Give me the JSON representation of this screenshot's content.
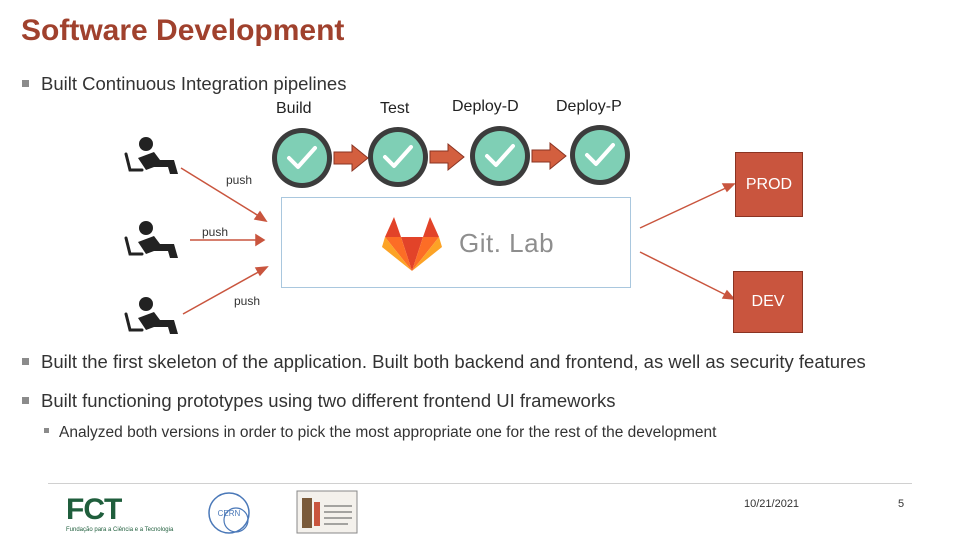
{
  "slide": {
    "title": "Software Development",
    "bullets": [
      "Built Continuous Integration pipelines",
      "Built the first skeleton of the application. Built both backend and frontend, as well as security features",
      "Built functioning prototypes using two different frontend UI frameworks"
    ],
    "sub_bullet": "Analyzed both versions in order to pick the most appropriate one for the rest of the development"
  },
  "pipeline": {
    "stages": [
      {
        "label": "Build",
        "status": "success"
      },
      {
        "label": "Test",
        "status": "success"
      },
      {
        "label": "Deploy-D",
        "status": "success"
      },
      {
        "label": "Deploy-P",
        "status": "success"
      }
    ],
    "push_labels": [
      "push",
      "push",
      "push"
    ],
    "repository": "Git. Lab",
    "environments": {
      "prod": "PROD",
      "dev": "DEV"
    }
  },
  "colors": {
    "title": "#a0412d",
    "arrow": "#d35f3f",
    "check": "#7fcfb5",
    "env_box": "#c9553e",
    "gitlab_border": "#a9c7de"
  },
  "footer": {
    "logos": {
      "fct_name": "FCT",
      "fct_subtitle": "Fundação para a Ciência e a Tecnologia",
      "cern": "CERN"
    },
    "date": "10/21/2021",
    "page": "5"
  }
}
